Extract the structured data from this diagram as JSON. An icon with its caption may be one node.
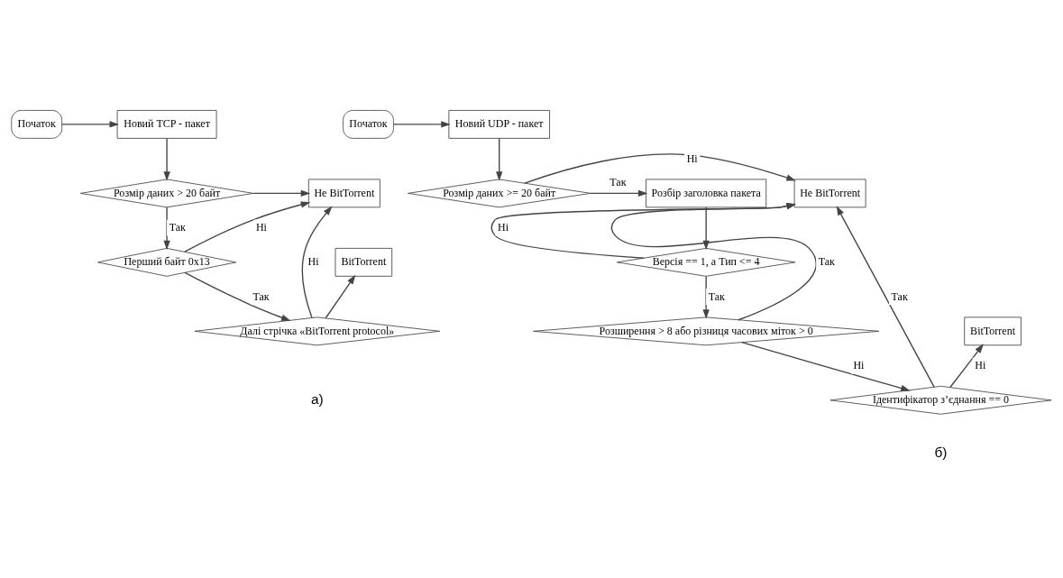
{
  "diagram": {
    "nodes": [
      {
        "text": [
          "Початок"
        ]
      },
      {
        "text": [
          "Новий TCP - пакет"
        ]
      },
      {
        "text": [
          "Розмір даних > 20 байт"
        ]
      },
      {
        "text": [
          "Не BitTorrent"
        ]
      },
      {
        "text": [
          "Перший байт 0x13"
        ]
      },
      {
        "text": [
          "Далі стрічка «BitTorrent protocol»"
        ]
      },
      {
        "text": [
          "BitTorrent"
        ]
      },
      {
        "text": [
          "Початок"
        ]
      },
      {
        "text": [
          "Новий UDP - пакет"
        ]
      },
      {
        "text": [
          "Розмір даних >= 20 байт"
        ]
      },
      {
        "text": [
          "Не BitTorrent"
        ]
      },
      {
        "text": [
          "Розбір заголовка пакета"
        ]
      },
      {
        "text": [
          "Версія == 1, а Тип <= 4"
        ]
      },
      {
        "text": [
          "Розширення > 8 або різниця часових міток > 0"
        ]
      },
      {
        "text": [
          "Ідентифікатор з’єднання == 0"
        ]
      },
      {
        "text": [
          "BitTorrent"
        ]
      }
    ],
    "edges": [
      {
        "from": 0,
        "to": 1,
        "arrow": "to"
      },
      {
        "from": 1,
        "to": 2,
        "arrow": "to"
      },
      {
        "from": 2,
        "to": 3,
        "arrow": "to"
      },
      {
        "from": 2,
        "to": 4,
        "arrow": "to",
        "label": "Так"
      },
      {
        "from": 4,
        "to": 3,
        "arrow": "to",
        "label": "Ні"
      },
      {
        "from": 4,
        "to": 5,
        "arrow": "to",
        "label": "Так"
      },
      {
        "from": 5,
        "to": 3,
        "arrow": "to",
        "label": "Ні"
      },
      {
        "from": 5,
        "to": 6,
        "arrow": "to"
      },
      {
        "from": 7,
        "to": 8,
        "arrow": "to"
      },
      {
        "from": 8,
        "to": 9,
        "arrow": "to"
      },
      {
        "from": 9,
        "to": 10,
        "arrow": "to",
        "label": "Ні"
      },
      {
        "from": 9,
        "to": 11,
        "arrow": "to",
        "label": "Так"
      },
      {
        "from": 11,
        "to": 12,
        "arrow": "to"
      },
      {
        "from": 12,
        "to": 10,
        "arrow": "to",
        "label": "Ні"
      },
      {
        "from": 12,
        "to": 13,
        "arrow": "to",
        "label": "Так"
      },
      {
        "from": 13,
        "to": 10,
        "arrow": "to",
        "label": "Так"
      },
      {
        "from": 13,
        "to": 14,
        "arrow": "to",
        "label": "Ні"
      },
      {
        "from": 14,
        "to": 10,
        "arrow": "to",
        "label": "Так"
      },
      {
        "from": 14,
        "to": 15,
        "arrow": "to",
        "label": "Ні"
      }
    ],
    "labels": [
      "а)",
      "б)"
    ]
  }
}
